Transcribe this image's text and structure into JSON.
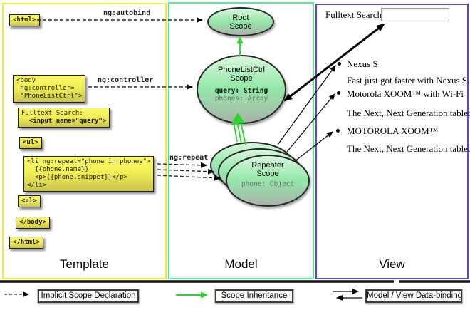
{
  "columns": {
    "template_label": "Template",
    "model_label": "Model",
    "view_label": "View"
  },
  "template_code": {
    "html_open": "<html>",
    "body_open": "<body\n ng:controller=\n \"PhoneListCtrl\">",
    "fulltext_label": "Fulltext Search:",
    "input_tag": "  <input name=\"query\">",
    "ul_open": "<ul>",
    "li_repeat": "<li ng:repeat=\"phone in phones\">\n  {{phone.name}}\n  <p>{{phone.snippet}}</p>\n</li>",
    "ul_close": "<ul>",
    "body_close": "</body>",
    "html_close": "</html>"
  },
  "arrow_labels": {
    "autobind": "ng:autobind",
    "controller": "ng:controller",
    "repeat": "ng:repeat"
  },
  "model_scopes": {
    "root_title": "Root\nScope",
    "phonelist_title": "PhoneListCtrl\nScope",
    "phonelist_query": "query: String",
    "phonelist_phones": "phones: Array",
    "repeater_title": "Repeater\nScope",
    "repeater_phone": "phone: Object"
  },
  "view": {
    "fulltext_label": "Fulltext Search:",
    "search_value": "",
    "items": [
      {
        "title": "Nexus S",
        "desc": "Fast just got faster with Nexus S."
      },
      {
        "title": "Motorola XOOM™ with Wi-Fi",
        "desc": "The Next, Next Generation tablet."
      },
      {
        "title": "MOTOROLA XOOM™",
        "desc": "The Next, Next Generation tablet."
      }
    ]
  },
  "legend": {
    "implicit": "Implicit Scope Declaration",
    "inheritance": "Scope Inheritance",
    "binding": "Model / View Data-binding"
  },
  "colors": {
    "template_border": "#f2ee2f",
    "model_border": "#54e89b",
    "view_border": "#6a3fd3",
    "inheritance_green": "#2bd42b",
    "code_box_yellow": "#f2ef55",
    "scope_green": "#93e8a9"
  }
}
